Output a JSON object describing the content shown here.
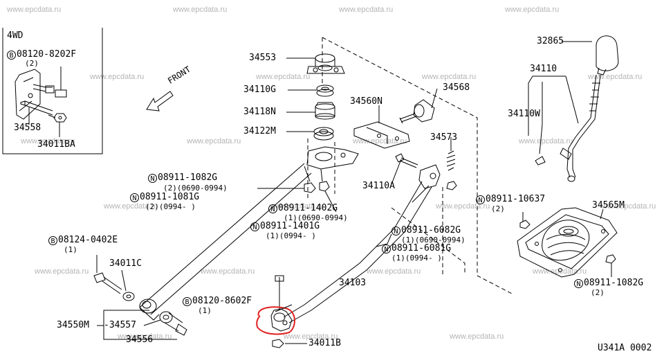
{
  "watermark": "www.epcdata.ru",
  "diagram_code": "U341A 0002",
  "inset": {
    "title": "4WD"
  },
  "direction_label": "FRONT",
  "callouts": [
    {
      "key": "c1",
      "prefix": "B",
      "text": "08120-8202F",
      "sub": "(2)"
    },
    {
      "key": "c2",
      "prefix": "",
      "text": "34558",
      "sub": ""
    },
    {
      "key": "c3",
      "prefix": "",
      "text": "34011BA",
      "sub": ""
    },
    {
      "key": "c4",
      "prefix": "",
      "text": "34553",
      "sub": ""
    },
    {
      "key": "c5",
      "prefix": "",
      "text": "34110G",
      "sub": ""
    },
    {
      "key": "c6",
      "prefix": "",
      "text": "34118N",
      "sub": ""
    },
    {
      "key": "c7",
      "prefix": "",
      "text": "34122M",
      "sub": ""
    },
    {
      "key": "c8",
      "prefix": "",
      "text": "34560N",
      "sub": ""
    },
    {
      "key": "c9",
      "prefix": "",
      "text": "34568",
      "sub": ""
    },
    {
      "key": "c10",
      "prefix": "",
      "text": "34573",
      "sub": ""
    },
    {
      "key": "c11",
      "prefix": "",
      "text": "34110A",
      "sub": ""
    },
    {
      "key": "c12",
      "prefix": "N",
      "text": "08911-1082G",
      "sub": "(2)(0690-0994)"
    },
    {
      "key": "c13",
      "prefix": "N",
      "text": "08911-1081G",
      "sub": "(2)(0994-    )"
    },
    {
      "key": "c14",
      "prefix": "N",
      "text": "08911-1402G",
      "sub": "(1)(0690-0994)"
    },
    {
      "key": "c15",
      "prefix": "N",
      "text": "08911-1401G",
      "sub": "(1)(0994-    )"
    },
    {
      "key": "c16",
      "prefix": "N",
      "text": "08911-6082G",
      "sub": "(1)(0690-0994)"
    },
    {
      "key": "c17",
      "prefix": "N",
      "text": "08911-6081G",
      "sub": "(1)(0994-    )"
    },
    {
      "key": "c18",
      "prefix": "B",
      "text": "08124-0402E",
      "sub": "(1)"
    },
    {
      "key": "c19",
      "prefix": "",
      "text": "34011C",
      "sub": ""
    },
    {
      "key": "c20",
      "prefix": "B",
      "text": "08120-8602F",
      "sub": "(1)"
    },
    {
      "key": "c21",
      "prefix": "",
      "text": "34103",
      "sub": ""
    },
    {
      "key": "c22",
      "prefix": "",
      "text": "34550M",
      "sub": ""
    },
    {
      "key": "c23",
      "prefix": "",
      "text": "34557",
      "sub": ""
    },
    {
      "key": "c24",
      "prefix": "",
      "text": "34556",
      "sub": ""
    },
    {
      "key": "c25",
      "prefix": "",
      "text": "34011B",
      "sub": ""
    },
    {
      "key": "c26",
      "prefix": "",
      "text": "32865",
      "sub": ""
    },
    {
      "key": "c27",
      "prefix": "",
      "text": "34110",
      "sub": ""
    },
    {
      "key": "c28",
      "prefix": "",
      "text": "34110W",
      "sub": ""
    },
    {
      "key": "c29",
      "prefix": "N",
      "text": "08911-10637",
      "sub": "(2)"
    },
    {
      "key": "c30",
      "prefix": "",
      "text": "34565M",
      "sub": ""
    },
    {
      "key": "c31",
      "prefix": "N",
      "text": "08911-1082G",
      "sub": "(2)"
    }
  ],
  "colors": {
    "line": "#000000",
    "highlight": "#e02020",
    "watermark": "#b4b4b4"
  }
}
